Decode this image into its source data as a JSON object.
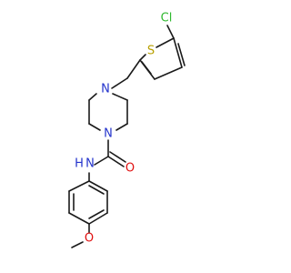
{
  "molecule": {
    "atoms": {
      "chlorine": {
        "label": "Cl",
        "color": "#2fb82f"
      },
      "sulfur": {
        "label": "S",
        "color": "#b8a000"
      },
      "piperazine_n_top": {
        "label": "N",
        "color": "#2333cc"
      },
      "piperazine_n_bottom": {
        "label": "N",
        "color": "#2333cc"
      },
      "amide_n": {
        "label": "N",
        "color": "#2333cc"
      },
      "amide_h": {
        "label": "H",
        "color": "#2333cc"
      },
      "carbonyl_o": {
        "label": "O",
        "color": "#e01010"
      },
      "methoxy_o": {
        "label": "O",
        "color": "#e01010"
      }
    },
    "bond_color": "#1a1a1a"
  }
}
